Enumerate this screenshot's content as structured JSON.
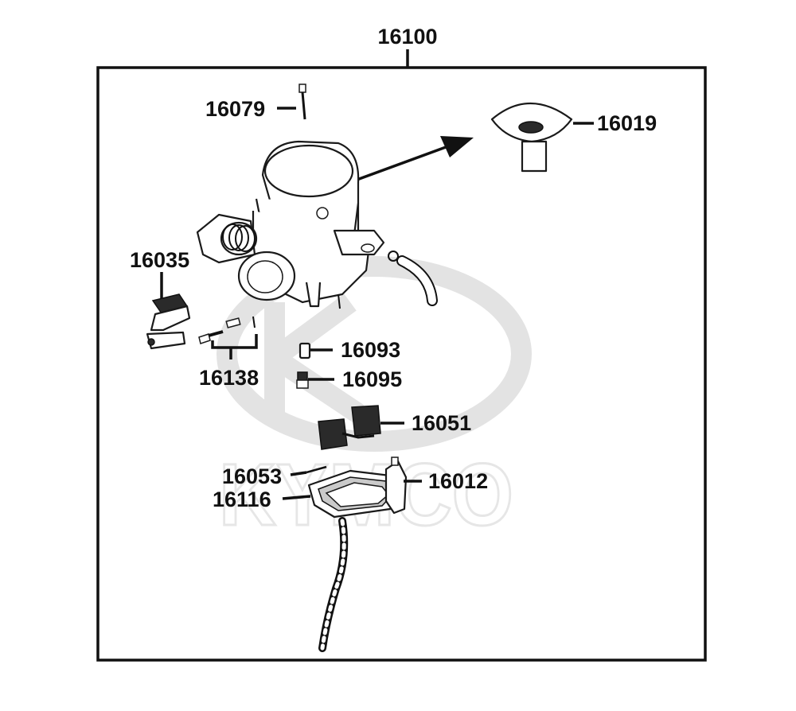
{
  "assembly_label": "16100",
  "watermark_text": "KYMCO",
  "colors": {
    "line": "#111111",
    "watermark": "#e3e3e3",
    "background": "#ffffff"
  },
  "parts": [
    {
      "id": "16079",
      "label": "16079"
    },
    {
      "id": "16019",
      "label": "16019"
    },
    {
      "id": "16035",
      "label": "16035"
    },
    {
      "id": "16138",
      "label": "16138"
    },
    {
      "id": "16093",
      "label": "16093"
    },
    {
      "id": "16095",
      "label": "16095"
    },
    {
      "id": "16051",
      "label": "16051"
    },
    {
      "id": "16053",
      "label": "16053"
    },
    {
      "id": "16116",
      "label": "16116"
    },
    {
      "id": "16012",
      "label": "16012"
    }
  ]
}
